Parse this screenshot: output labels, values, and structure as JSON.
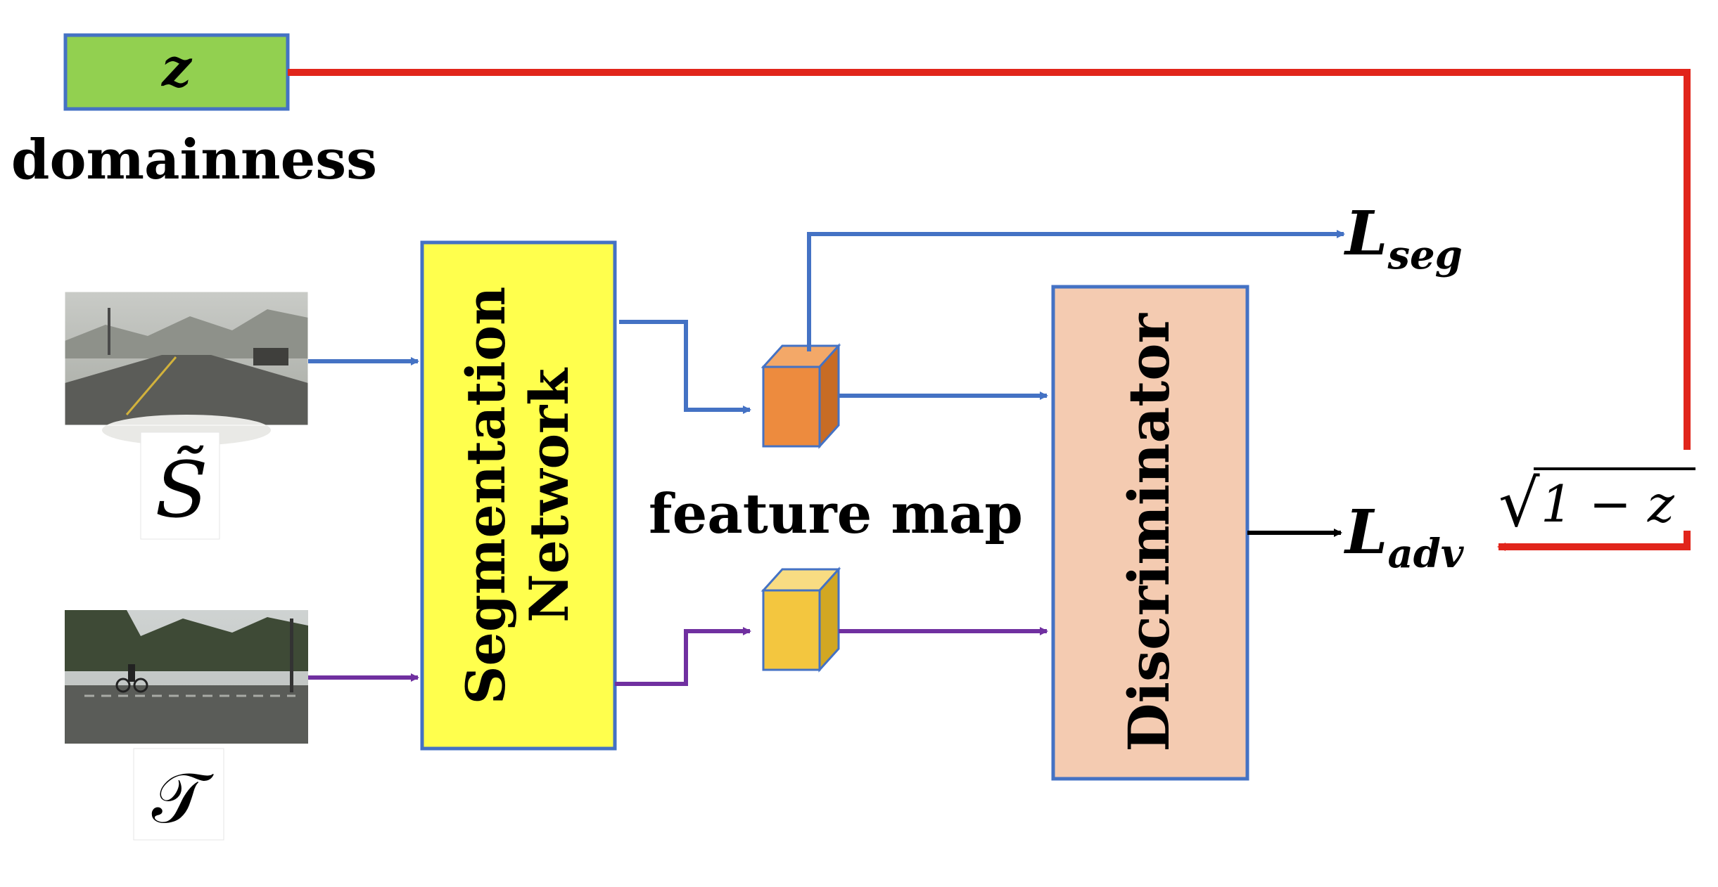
{
  "colors": {
    "arrow_source": "#4472c4",
    "arrow_target": "#7030a0",
    "arrow_domainness": "#e1251b",
    "arrow_output": "#000000",
    "box_border": "#4472c4",
    "z_box_fill": "#92d050",
    "seg_net_fill": "#ffff4d",
    "disc_fill": "#f4cbb1",
    "feature_source": "#ed8b3e",
    "feature_target": "#f3c63f"
  },
  "z_box": {
    "label": "z"
  },
  "domainness_label": "domainness",
  "segmentation_network": {
    "line1": "Segmentation",
    "line2": "Network"
  },
  "feature_map_label": "feature map",
  "discriminator": {
    "label": "Discriminator"
  },
  "loss_seg": {
    "symbol": "L",
    "subscript": "seg"
  },
  "loss_adv": {
    "symbol": "L",
    "subscript": "adv"
  },
  "weight_formula": {
    "root_sign": "√",
    "expression": "1 − z"
  },
  "source_domain_symbol": "S̃",
  "target_domain_symbol": "𝒯",
  "source_image": {
    "icon": "road-scene-source-photo"
  },
  "target_image": {
    "icon": "city-street-target-photo"
  }
}
